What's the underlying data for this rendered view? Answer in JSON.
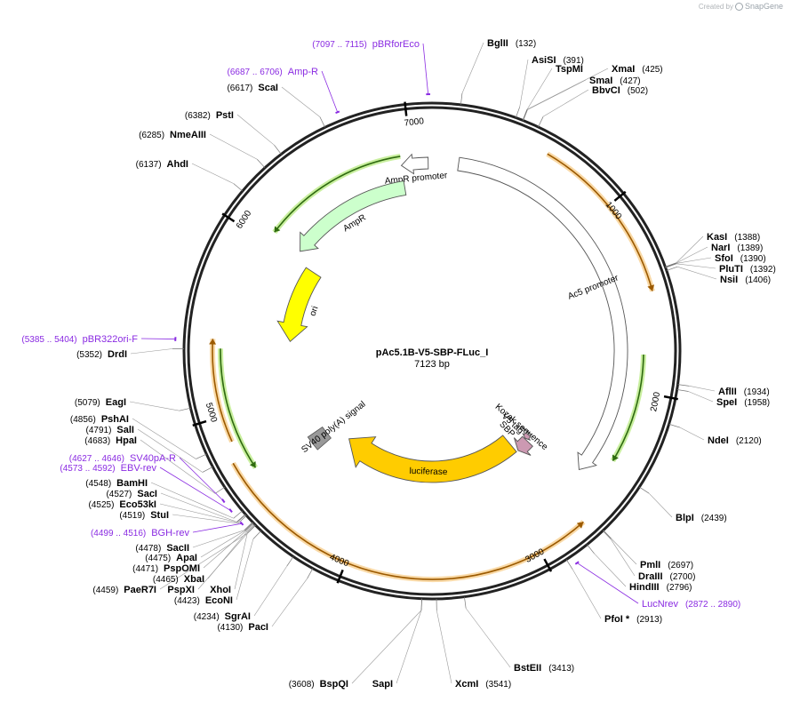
{
  "branding": {
    "created_by": "Created by",
    "product": "SnapGene"
  },
  "plasmid": {
    "name": "pAc5.1B-V5-SBP-FLuc_I",
    "length_label": "7123 bp",
    "length_bp": 7123
  },
  "ruler_ticks": [
    {
      "bp": 1000,
      "label": "1000"
    },
    {
      "bp": 2000,
      "label": "2000"
    },
    {
      "bp": 3000,
      "label": "3000"
    },
    {
      "bp": 4000,
      "label": "4000"
    },
    {
      "bp": 5000,
      "label": "5000"
    },
    {
      "bp": 6000,
      "label": "6000"
    },
    {
      "bp": 7000,
      "label": "7000"
    }
  ],
  "features": [
    {
      "name": "AmpR promoter",
      "start": 6937,
      "end": 7100,
      "direction": "reverse",
      "color": "#ffffff",
      "label_shown": true
    },
    {
      "name": "AmpR",
      "start": 6076,
      "end": 6936,
      "direction": "reverse",
      "color": "#ccffcc",
      "label_shown": true
    },
    {
      "name": "ori",
      "start": 5418,
      "end": 6006,
      "direction": "reverse",
      "color": "#ffff00",
      "label_shown": true
    },
    {
      "name": "Ac5 promoter",
      "start": 160,
      "end": 2550,
      "direction": "forward",
      "color": "#ffffff",
      "label_shown": true
    },
    {
      "name": "Kozak sequence",
      "start": 2577,
      "end": 2586,
      "direction": "none",
      "color": "#999999",
      "label_shown": true
    },
    {
      "name": "V5 tag",
      "start": 2593,
      "end": 2634,
      "direction": "forward",
      "color": "#cc99b2",
      "label_shown": true
    },
    {
      "name": "SBP",
      "start": 2640,
      "end": 2753,
      "direction": "forward",
      "color": "#cc99b2",
      "label_shown": true
    },
    {
      "name": "luciferase",
      "start": 2770,
      "end": 4420,
      "direction": "forward",
      "color": "#ffcc00",
      "label_shown": true
    },
    {
      "name": "SV40 poly(A) signal",
      "start": 4535,
      "end": 4655,
      "direction": "none",
      "color": "#999999",
      "label_shown": true
    }
  ],
  "orf_arrows": [
    {
      "start": 600,
      "end": 1480,
      "direction": "forward",
      "kind": "orange"
    },
    {
      "start": 1800,
      "end": 2400,
      "direction": "forward",
      "kind": "green"
    },
    {
      "start": 2740,
      "end": 4760,
      "direction": "reverse",
      "kind": "orange"
    },
    {
      "start": 4860,
      "end": 5405,
      "direction": "forward",
      "kind": "orange"
    },
    {
      "start": 4680,
      "end": 5355,
      "direction": "reverse",
      "kind": "green"
    },
    {
      "start": 6075,
      "end": 6940,
      "direction": "reverse",
      "kind": "green"
    }
  ],
  "sites": [
    {
      "name": "BglII",
      "pos": "(132)",
      "bp": 132
    },
    {
      "name": "AsiSI",
      "pos": "(391)",
      "bp": 391
    },
    {
      "name": "TspMI",
      "pos": "",
      "bp": 425
    },
    {
      "name": "XmaI",
      "pos": "(425)",
      "bp": 425
    },
    {
      "name": "SmaI",
      "pos": "(427)",
      "bp": 427
    },
    {
      "name": "BbvCI",
      "pos": "(502)",
      "bp": 502
    },
    {
      "name": "KasI",
      "pos": "(1388)",
      "bp": 1388
    },
    {
      "name": "NarI",
      "pos": "(1389)",
      "bp": 1389
    },
    {
      "name": "SfoI",
      "pos": "(1390)",
      "bp": 1390
    },
    {
      "name": "PluTI",
      "pos": "(1392)",
      "bp": 1392
    },
    {
      "name": "NsiI",
      "pos": "(1406)",
      "bp": 1406
    },
    {
      "name": "AflII",
      "pos": "(1934)",
      "bp": 1934
    },
    {
      "name": "SpeI",
      "pos": "(1958)",
      "bp": 1958
    },
    {
      "name": "NdeI",
      "pos": "(2120)",
      "bp": 2120
    },
    {
      "name": "BlpI",
      "pos": "(2439)",
      "bp": 2439
    },
    {
      "name": "PmlI",
      "pos": "(2697)",
      "bp": 2697
    },
    {
      "name": "DraIII",
      "pos": "(2700)",
      "bp": 2700
    },
    {
      "name": "HindIII",
      "pos": "(2796)",
      "bp": 2796
    },
    {
      "name": "PfoI *",
      "pos": "(2913)",
      "bp": 2913
    },
    {
      "name": "BstEII",
      "pos": "(3413)",
      "bp": 3413
    },
    {
      "name": "XcmI",
      "pos": "(3541)",
      "bp": 3541
    },
    {
      "name": "BspQI",
      "pos": "(3608)",
      "bp": 3608
    },
    {
      "name": "SapI",
      "pos": "",
      "bp": 3608
    },
    {
      "name": "PacI",
      "pos": "(4130)",
      "bp": 4130
    },
    {
      "name": "SgrAI",
      "pos": "(4234)",
      "bp": 4234
    },
    {
      "name": "EcoNI",
      "pos": "(4423)",
      "bp": 4423
    },
    {
      "name": "PaeR7I",
      "pos": "(4459)",
      "bp": 4459
    },
    {
      "name": "PspXI",
      "pos": "",
      "bp": 4459
    },
    {
      "name": "XhoI",
      "pos": "",
      "bp": 4459
    },
    {
      "name": "XbaI",
      "pos": "(4465)",
      "bp": 4465
    },
    {
      "name": "PspOMI",
      "pos": "(4471)",
      "bp": 4471
    },
    {
      "name": "ApaI",
      "pos": "(4475)",
      "bp": 4475
    },
    {
      "name": "SacII",
      "pos": "(4478)",
      "bp": 4478
    },
    {
      "name": "StuI",
      "pos": "(4519)",
      "bp": 4519
    },
    {
      "name": "Eco53kI",
      "pos": "(4525)",
      "bp": 4525
    },
    {
      "name": "SacI",
      "pos": "(4527)",
      "bp": 4527
    },
    {
      "name": "BamHI",
      "pos": "(4548)",
      "bp": 4548
    },
    {
      "name": "HpaI",
      "pos": "(4683)",
      "bp": 4683
    },
    {
      "name": "SalI",
      "pos": "(4791)",
      "bp": 4791
    },
    {
      "name": "PshAI",
      "pos": "(4856)",
      "bp": 4856
    },
    {
      "name": "EagI",
      "pos": "(5079)",
      "bp": 5079
    },
    {
      "name": "DrdI",
      "pos": "(5352)",
      "bp": 5352
    },
    {
      "name": "AhdI",
      "pos": "(6137)",
      "bp": 6137
    },
    {
      "name": "NmeAIII",
      "pos": "(6285)",
      "bp": 6285
    },
    {
      "name": "PstI",
      "pos": "(6382)",
      "bp": 6382
    },
    {
      "name": "ScaI",
      "pos": "(6617)",
      "bp": 6617
    }
  ],
  "primers": [
    {
      "name": "pBRforEco",
      "pos": "(7097 .. 7115)",
      "bp": 7106
    },
    {
      "name": "Amp-R",
      "pos": "(6687 .. 6706)",
      "bp": 6696
    },
    {
      "name": "pBR322ori-F",
      "pos": "(5385 .. 5404)",
      "bp": 5395
    },
    {
      "name": "SV40pA-R",
      "pos": "(4627 .. 4646)",
      "bp": 4636
    },
    {
      "name": "EBV-rev",
      "pos": "(4573 .. 4592)",
      "bp": 4582
    },
    {
      "name": "BGH-rev",
      "pos": "(4499 .. 4516)",
      "bp": 4507
    },
    {
      "name": "LucNrev",
      "pos": "(2872 .. 2890)",
      "bp": 2881
    }
  ]
}
